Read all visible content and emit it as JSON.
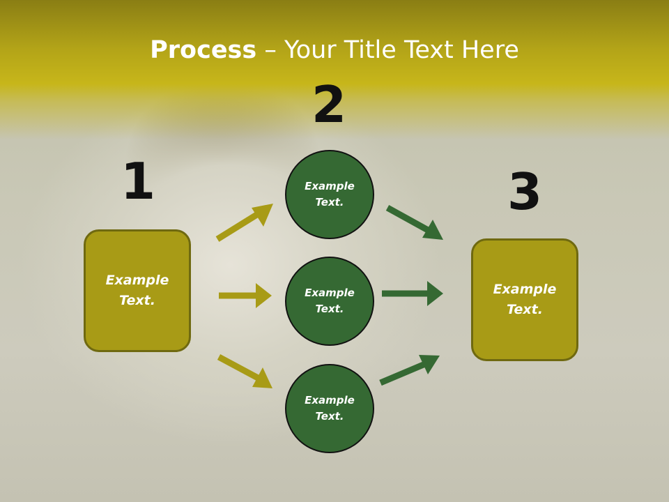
{
  "title": {
    "bold": "Process",
    "rest": " – Your Title Text Here"
  },
  "steps": [
    {
      "number": "1"
    },
    {
      "number": "2"
    },
    {
      "number": "3"
    }
  ],
  "left_box": {
    "text": "Example Text."
  },
  "circles": [
    {
      "text": "Example Text."
    },
    {
      "text": "Example Text."
    },
    {
      "text": "Example Text."
    }
  ],
  "right_box": {
    "text": "Example Text."
  },
  "colors": {
    "gold": "#a89b16",
    "green": "#356933",
    "arrow_gold": "#a89b16",
    "arrow_green": "#356933"
  }
}
